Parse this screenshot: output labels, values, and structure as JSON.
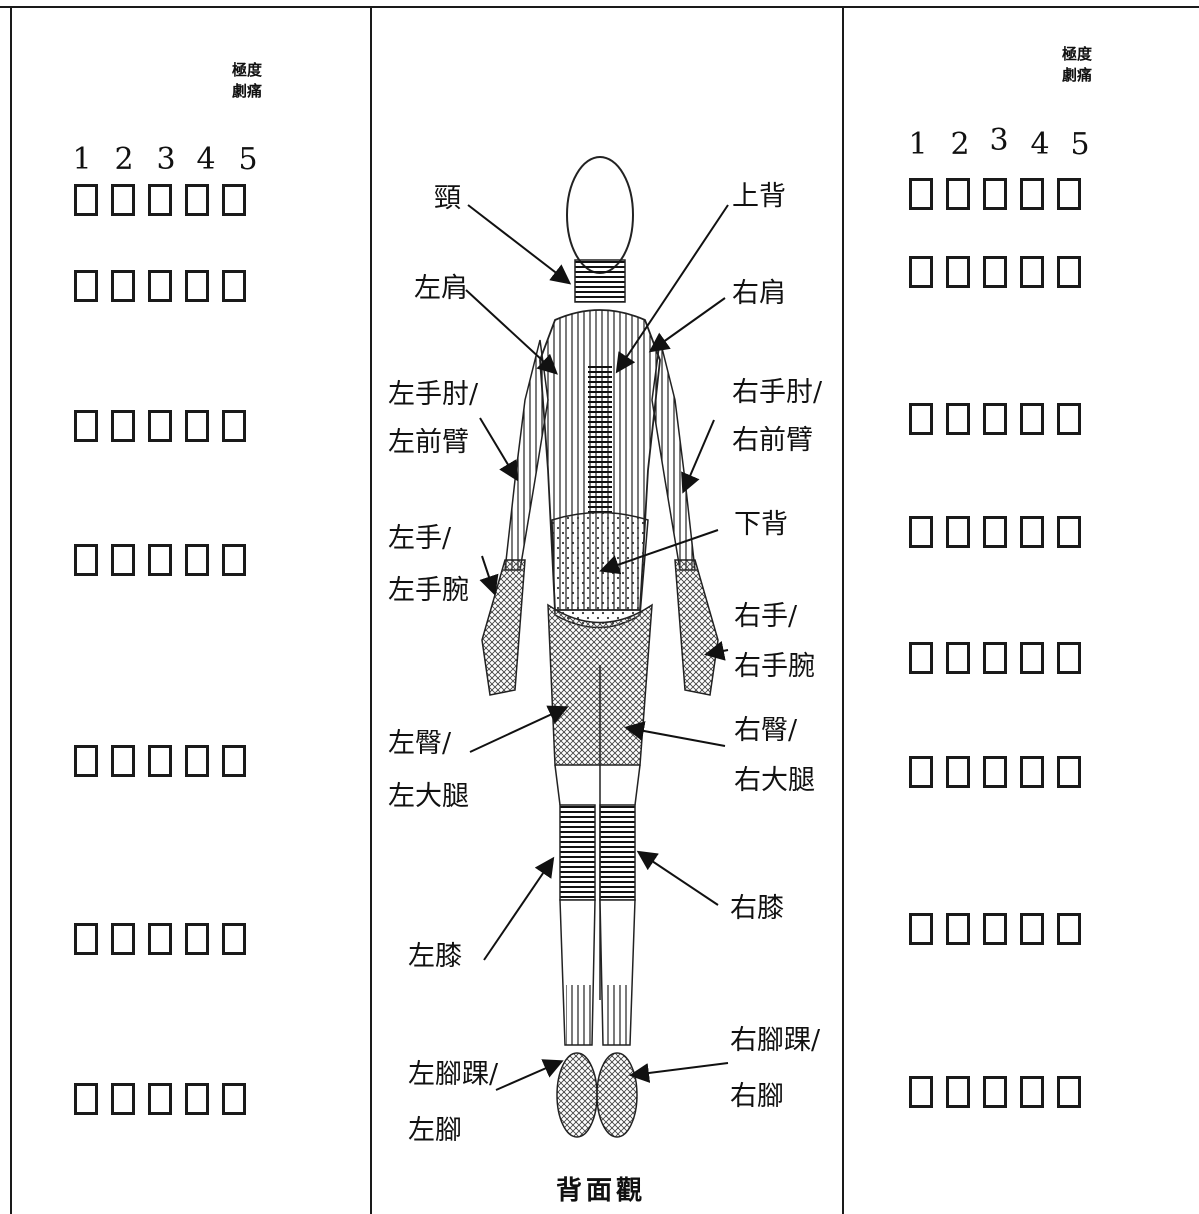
{
  "severity_header": {
    "line1": "極度",
    "line2": "劇痛"
  },
  "scale": [
    "1",
    "2",
    "3",
    "4",
    "5"
  ],
  "caption": "背面觀",
  "labels": {
    "neck": "頸",
    "upper_back": "上背",
    "left_shoulder": "左肩",
    "right_shoulder": "右肩",
    "left_elbow_1": "左手肘/",
    "left_elbow_2": "左前臂",
    "right_elbow_1": "右手肘/",
    "right_elbow_2": "右前臂",
    "lower_back": "下背",
    "left_hand_1": "左手/",
    "left_hand_2": "左手腕",
    "right_hand_1": "右手/",
    "right_hand_2": "右手腕",
    "left_hip_1": "左臀/",
    "left_hip_2": "左大腿",
    "right_hip_1": "右臀/",
    "right_hip_2": "右大腿",
    "left_knee": "左膝",
    "right_knee": "右膝",
    "left_ankle_1": "左腳踝/",
    "left_ankle_2": "左腳",
    "right_ankle_1": "右腳踝/",
    "right_ankle_2": "右腳"
  },
  "left_rows": [
    "neck",
    "shoulder",
    "elbow-forearm",
    "hand-wrist",
    "hip-thigh",
    "knee",
    "ankle-foot"
  ],
  "right_rows": [
    "upper-back",
    "shoulder",
    "elbow-forearm",
    "lower-back",
    "hand-wrist",
    "hip-thigh",
    "knee",
    "ankle-foot"
  ]
}
